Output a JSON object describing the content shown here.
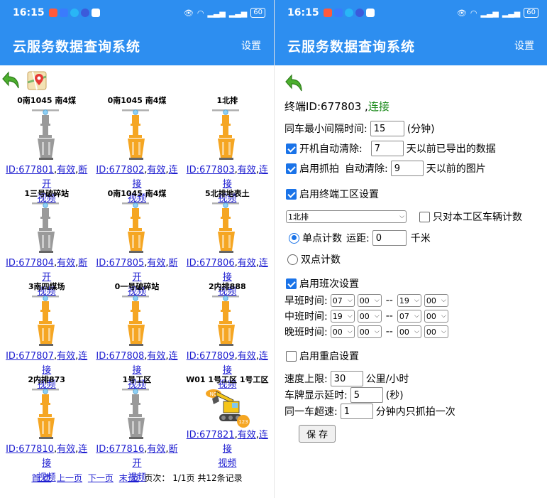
{
  "status_bar": {
    "time": "16:15",
    "battery": "60"
  },
  "app": {
    "title": "云服务数据查询系统",
    "settings": "设置"
  },
  "devices": [
    {
      "name": "0南1045 南4煤",
      "id": "ID:677801",
      "valid": "有效",
      "conn": "断开",
      "video": "视频",
      "color": "#9a9a9a",
      "type": "crane"
    },
    {
      "name": "0南1045 南4煤",
      "id": "ID:677802",
      "valid": "有效",
      "conn": "连接",
      "video": "视频",
      "color": "#f5a623",
      "type": "crane"
    },
    {
      "name": "1北排",
      "id": "ID:677803",
      "valid": "有效",
      "conn": "连接",
      "video": "视频",
      "color": "#f5a623",
      "type": "crane"
    },
    {
      "name": "1三号破碎站",
      "id": "ID:677804",
      "valid": "有效",
      "conn": "断开",
      "video": "视频",
      "color": "#9a9a9a",
      "type": "crane"
    },
    {
      "name": "0南1045 南4煤",
      "id": "ID:677805",
      "valid": "有效",
      "conn": "断开",
      "video": "视频",
      "color": "#f5a623",
      "type": "crane"
    },
    {
      "name": "5北排地表土",
      "id": "ID:677806",
      "valid": "有效",
      "conn": "连接",
      "video": "视频",
      "color": "#f5a623",
      "type": "crane"
    },
    {
      "name": "3南四煤场",
      "id": "ID:677807",
      "valid": "有效",
      "conn": "连接",
      "video": "视频",
      "color": "#f5a623",
      "type": "crane"
    },
    {
      "name": "0一号破碎站",
      "id": "ID:677808",
      "valid": "有效",
      "conn": "连接",
      "video": "视频",
      "color": "#f5a623",
      "type": "crane"
    },
    {
      "name": "2内排888",
      "id": "ID:677809",
      "valid": "有效",
      "conn": "连接",
      "video": "视频",
      "color": "#f5a623",
      "type": "crane"
    },
    {
      "name": "2内排873",
      "id": "ID:677810",
      "valid": "有效",
      "conn": "连接",
      "video": "视频",
      "color": "#f5a623",
      "type": "crane"
    },
    {
      "name": "1号工区",
      "id": "ID:677816",
      "valid": "有效",
      "conn": "断开",
      "video": "视频",
      "color": "#9a9a9a",
      "type": "crane"
    },
    {
      "name": "W01 1号工区 1号工区",
      "id": "ID:677821",
      "valid": "有效",
      "conn": "连接",
      "video": "视频",
      "color": "#f5a623",
      "type": "excavator",
      "badge_no": "NO",
      "badge_num": "123"
    }
  ],
  "pager": {
    "first": "首 页",
    "prev": "上一页",
    "next": "下一页",
    "last": "末 页",
    "info": "页次：  1/1页 共12条记录"
  },
  "settings": {
    "terminal_label": "终端ID:677803 ,",
    "terminal_status": "连接",
    "min_interval_label": "同车最小间隔时间:",
    "min_interval_value": "15",
    "min_interval_unit": "(分钟)",
    "auto_clear_label": "开机自动清除:",
    "auto_clear_value": "7",
    "auto_clear_suffix": "天以前已导出的数据",
    "capture_label": "启用抓拍",
    "capture_clear_label": "自动清除:",
    "capture_clear_value": "9",
    "capture_clear_suffix": "天以前的图片",
    "workzone_label": "启用终端工区设置",
    "workzone_select": "1北排",
    "only_zone_label": "只对本工区车辆计数",
    "single_point_label": "单点计数",
    "distance_label": "运距:",
    "distance_value": "0",
    "distance_unit": "千米",
    "double_point_label": "双点计数",
    "shift_label": "启用班次设置",
    "shifts": [
      {
        "label": "早班时间:",
        "h1": "07",
        "m1": "00",
        "sep": "--",
        "h2": "19",
        "m2": "00"
      },
      {
        "label": "中班时间:",
        "h1": "19",
        "m1": "00",
        "sep": "--",
        "h2": "07",
        "m2": "00"
      },
      {
        "label": "晚班时间:",
        "h1": "00",
        "m1": "00",
        "sep": "--",
        "h2": "00",
        "m2": "00"
      }
    ],
    "restart_label": "启用重启设置",
    "speed_label": "速度上限:",
    "speed_value": "30",
    "speed_unit": "公里/小时",
    "plate_delay_label": "车牌显示延时:",
    "plate_delay_value": "5",
    "plate_delay_unit": "(秒)",
    "overspeed_label": "同一车超速:",
    "overspeed_value": "1",
    "overspeed_suffix": "分钟内只抓拍一次",
    "save_label": "保 存"
  },
  "colors": {
    "primary": "#2d8ef0",
    "link": "#1c1cd0",
    "connected": "#1a8a1a",
    "active_device": "#f5a623",
    "inactive_device": "#9a9a9a"
  }
}
